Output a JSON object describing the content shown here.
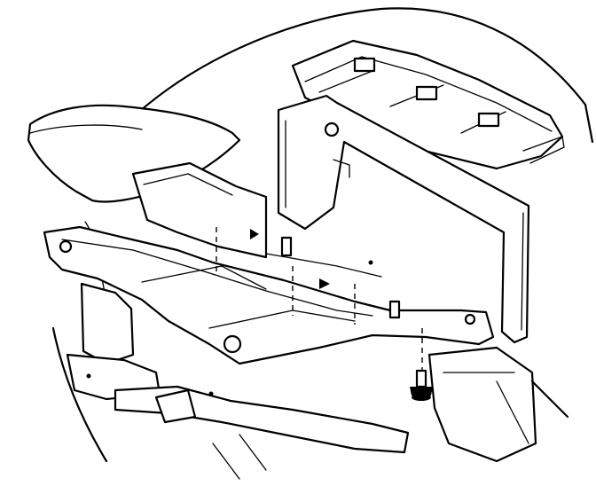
{
  "figure": {
    "kind": "exploded-assembly-line-drawing",
    "callouts": [],
    "components": [
      "vehicle-body-outline",
      "dash-panel-cover",
      "upper-tie-bar",
      "radiator-support-frame",
      "front-crossmember-bracket",
      "fastener-bolt",
      "suspension-tube"
    ],
    "line_color": "#000000",
    "background_color": "#ffffff"
  }
}
